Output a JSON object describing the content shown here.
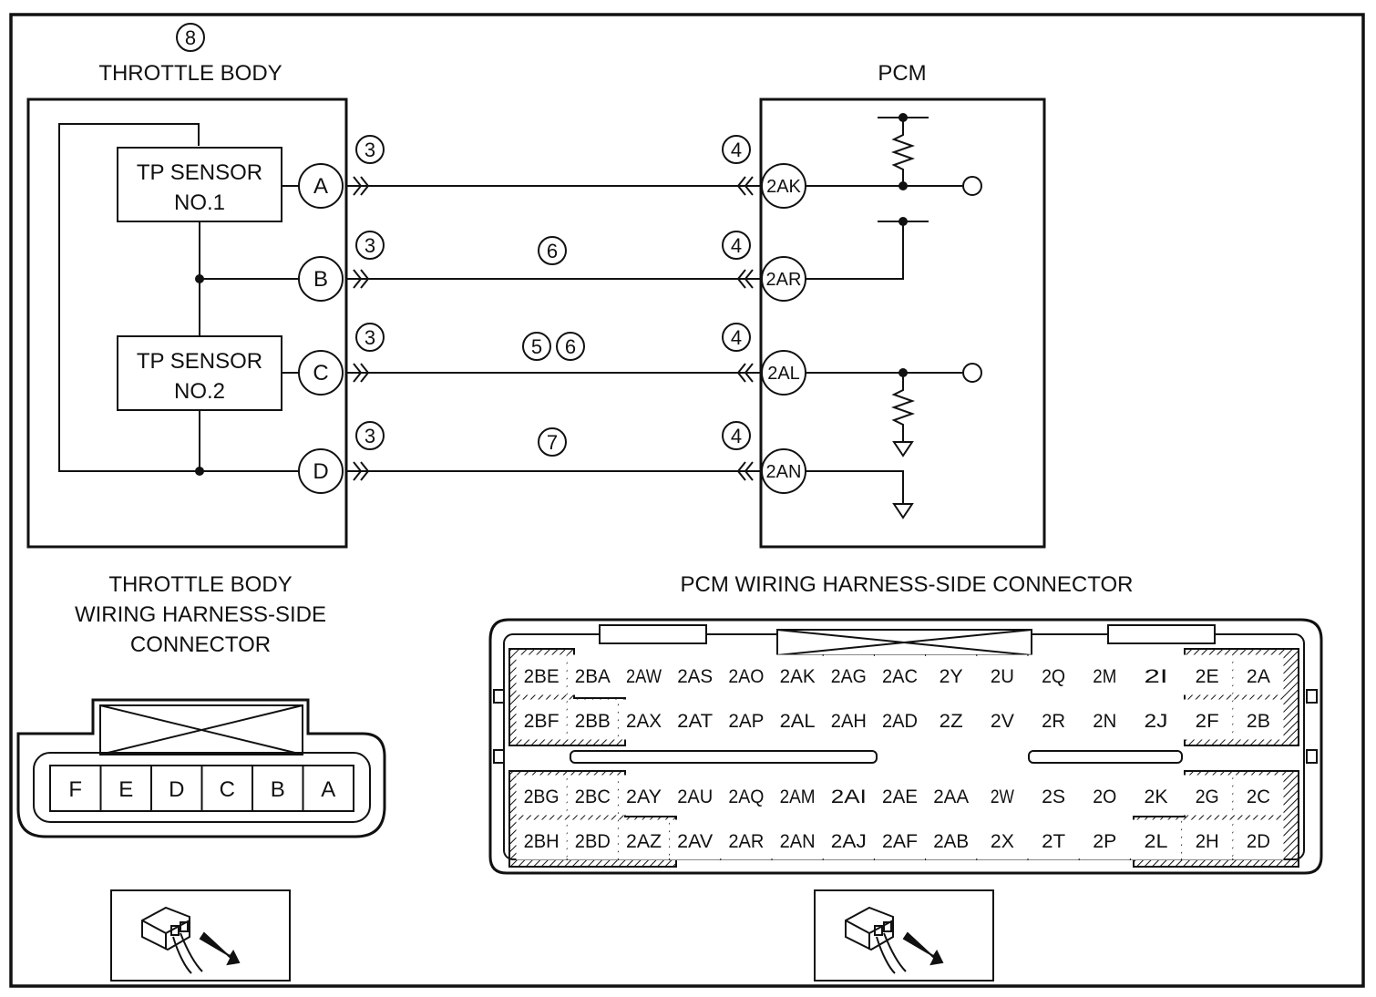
{
  "throttle_body": {
    "callout": "8",
    "title": "THROTTLE BODY",
    "sensor1_line1": "TP SENSOR",
    "sensor1_line2": "NO.1",
    "sensor2_line1": "TP SENSOR",
    "sensor2_line2": "NO.2",
    "pins": [
      "A",
      "B",
      "C",
      "D"
    ]
  },
  "pcm": {
    "title": "PCM",
    "pins": [
      "2AK",
      "2AR",
      "2AL",
      "2AN"
    ]
  },
  "wires": {
    "connector_callout_left": "3",
    "connector_callout_right": "4",
    "wire_b_callouts": [
      "6"
    ],
    "wire_c_callouts": [
      "5",
      "6"
    ],
    "wire_d_callouts": [
      "7"
    ]
  },
  "tb_connector": {
    "title_line1": "THROTTLE BODY",
    "title_line2": "WIRING HARNESS-SIDE",
    "title_line3": "CONNECTOR",
    "pins": [
      "F",
      "E",
      "D",
      "C",
      "B",
      "A"
    ]
  },
  "pcm_connector": {
    "title": "PCM WIRING HARNESS-SIDE CONNECTOR",
    "rows": [
      [
        "2BE",
        "2BA",
        "2AW",
        "2AS",
        "2AO",
        "2AK",
        "2AG",
        "2AC",
        "2Y",
        "2U",
        "2Q",
        "2M",
        "2I",
        "2E",
        "2A"
      ],
      [
        "2BF",
        "2BB",
        "2AX",
        "2AT",
        "2AP",
        "2AL",
        "2AH",
        "2AD",
        "2Z",
        "2V",
        "2R",
        "2N",
        "2J",
        "2F",
        "2B"
      ],
      [
        "2BG",
        "2BC",
        "2AY",
        "2AU",
        "2AQ",
        "2AM",
        "2AI",
        "2AE",
        "2AA",
        "2W",
        "2S",
        "2O",
        "2K",
        "2G",
        "2C"
      ],
      [
        "2BH",
        "2BD",
        "2AZ",
        "2AV",
        "2AR",
        "2AN",
        "2AJ",
        "2AF",
        "2AB",
        "2X",
        "2T",
        "2P",
        "2L",
        "2H",
        "2D"
      ]
    ]
  },
  "icons": {
    "left_view": "connector-view-icon",
    "right_view": "connector-view-icon"
  }
}
